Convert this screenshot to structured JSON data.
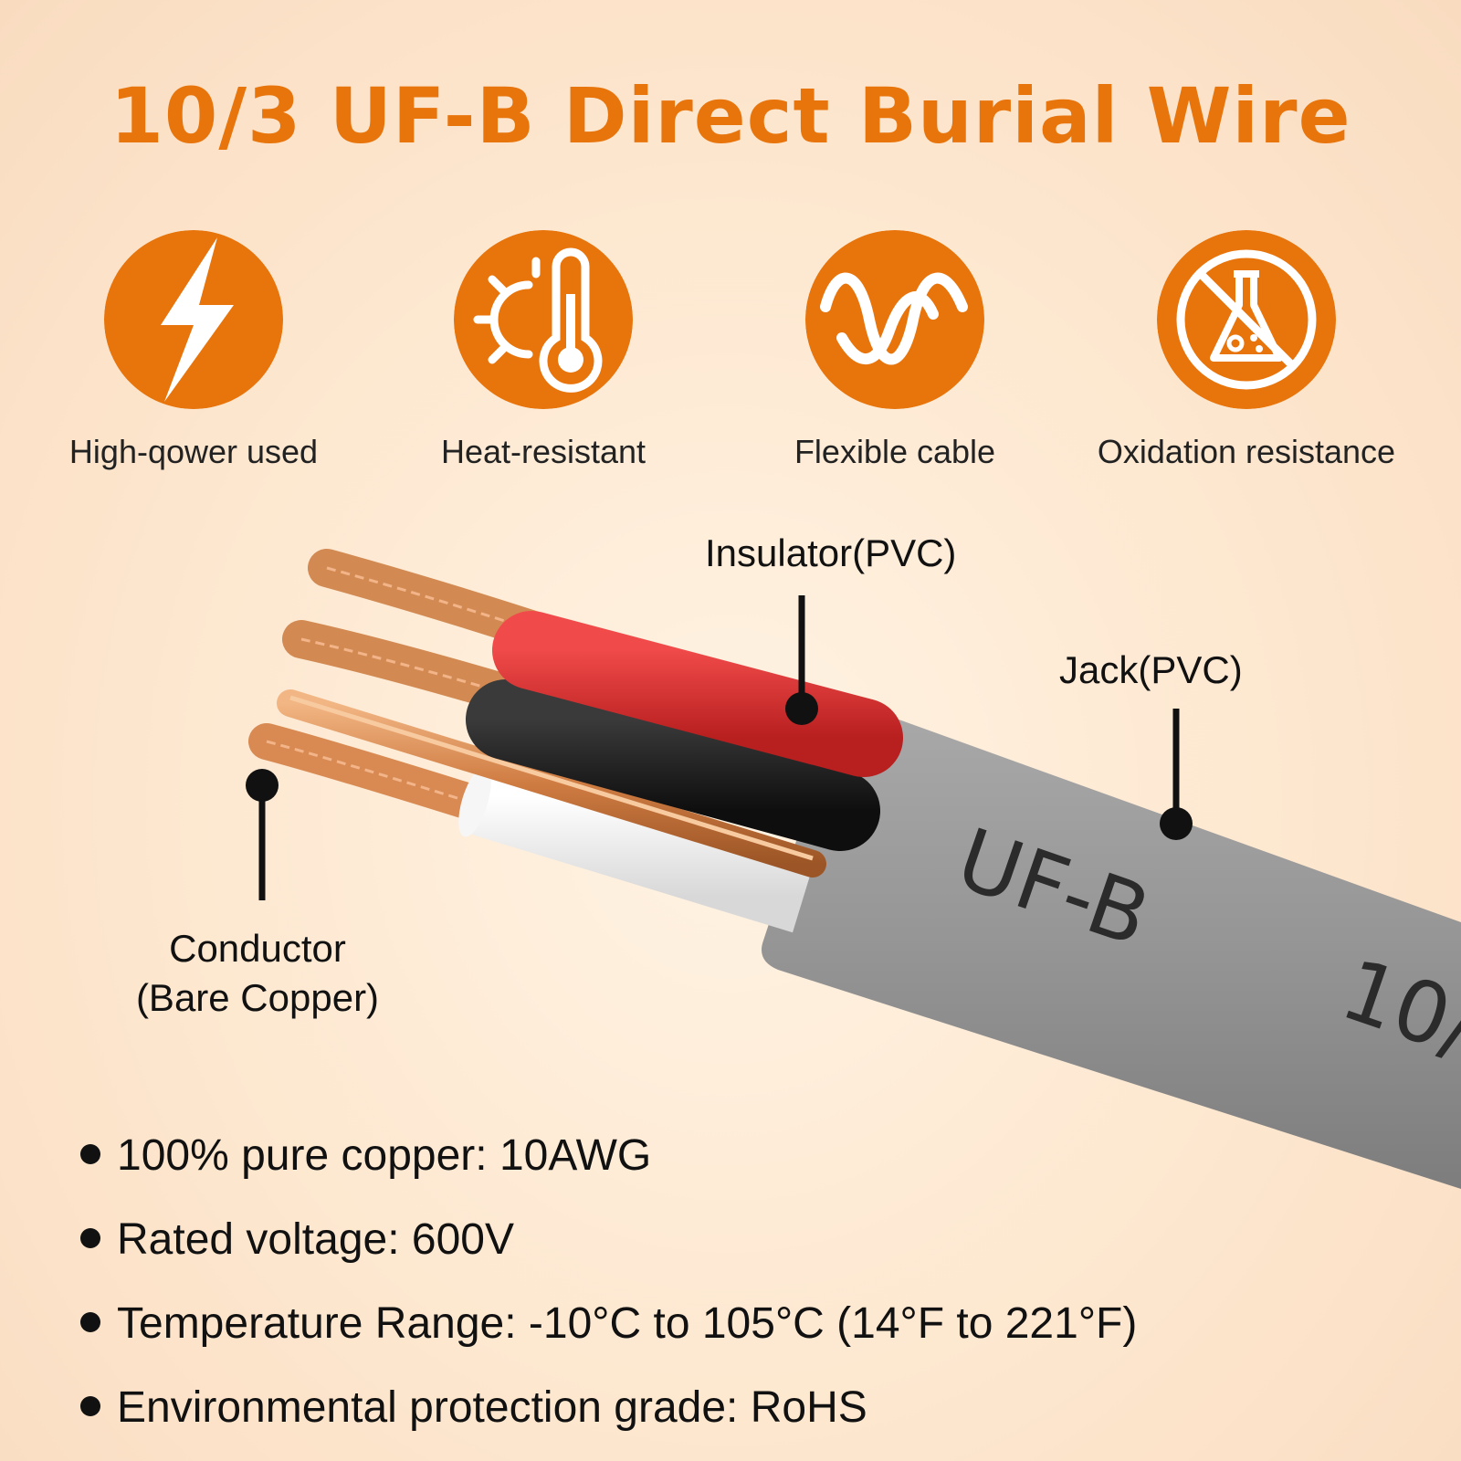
{
  "colors": {
    "accent": "#e8740c",
    "jacket": "#9a9a9a",
    "insulator_red": "#d42d2d",
    "insulator_black": "#1b1b1b",
    "insulator_white": "#ececec",
    "copper": "#d28a52"
  },
  "header": {
    "title": "10/3 UF-B Direct Burial Wire"
  },
  "features": [
    {
      "icon": "lightning-bolt-icon",
      "label": "High-qower used"
    },
    {
      "icon": "sun-thermometer-icon",
      "label": "Heat-resistant"
    },
    {
      "icon": "wave-icon",
      "label": "Flexible cable"
    },
    {
      "icon": "no-chemical-flask-icon",
      "label": "Oxidation resistance"
    }
  ],
  "diagram": {
    "insulator_label": "Insulator(PVC)",
    "jacket_label": "Jack(PVC)",
    "conductor_label_line1": "Conductor",
    "conductor_label_line2": "(Bare Copper)",
    "jacket_print_1": "UF-B",
    "jacket_print_2": "10/"
  },
  "specs": [
    "100% pure copper: 10AWG",
    "Rated voltage: 600V",
    "Temperature Range: -10°C to 105°C (14°F to 221°F)",
    "Environmental protection grade: RoHS"
  ]
}
